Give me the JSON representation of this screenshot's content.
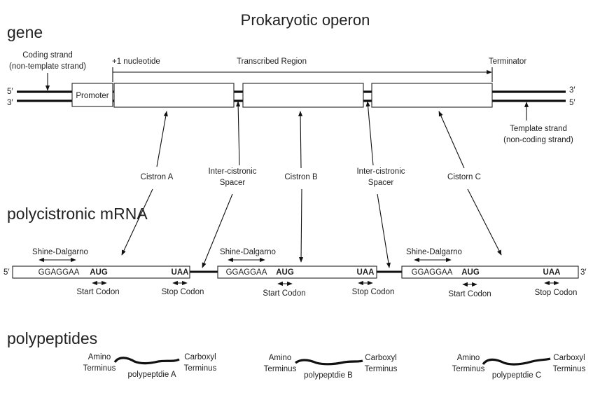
{
  "title": "Prokaryotic operon",
  "sections": {
    "gene": "gene",
    "mrna": "polycistronic mRNA",
    "polypeptides": "polypeptides"
  },
  "gene": {
    "coding_strand_line1": "Coding strand",
    "coding_strand_line2": "(non-template strand)",
    "template_strand_line1": "Template strand",
    "template_strand_line2": "(non-coding strand)",
    "five_prime": "5′",
    "three_prime": "3′",
    "promoter": "Promoter",
    "plus_one": "+1 nucleotide",
    "transcribed_region": "Transcribed Region",
    "terminator": "Terminator"
  },
  "labels": {
    "cistron_a": "Cistron A",
    "cistron_b": "Cistron B",
    "cistron_c": "Cistorn C",
    "spacer_line1": "Inter-cistronic",
    "spacer_line2": "Spacer"
  },
  "mrna": {
    "five_prime": "5′",
    "three_prime": "3′",
    "shine_dalgarno": "Shine-Dalgarno",
    "sd_sequence": "GGAGGAA",
    "start_codon_seq": "AUG",
    "stop_codon_seq": "UAA",
    "start_codon_label": "Start Codon",
    "stop_codon_label": "Stop Codon"
  },
  "polypeptides": {
    "amino": "Amino",
    "carboxyl": "Carboxyl",
    "terminus": "Terminus",
    "names": [
      "polypeptdie A",
      "polypeptdie B",
      "polypeptdie C"
    ]
  }
}
